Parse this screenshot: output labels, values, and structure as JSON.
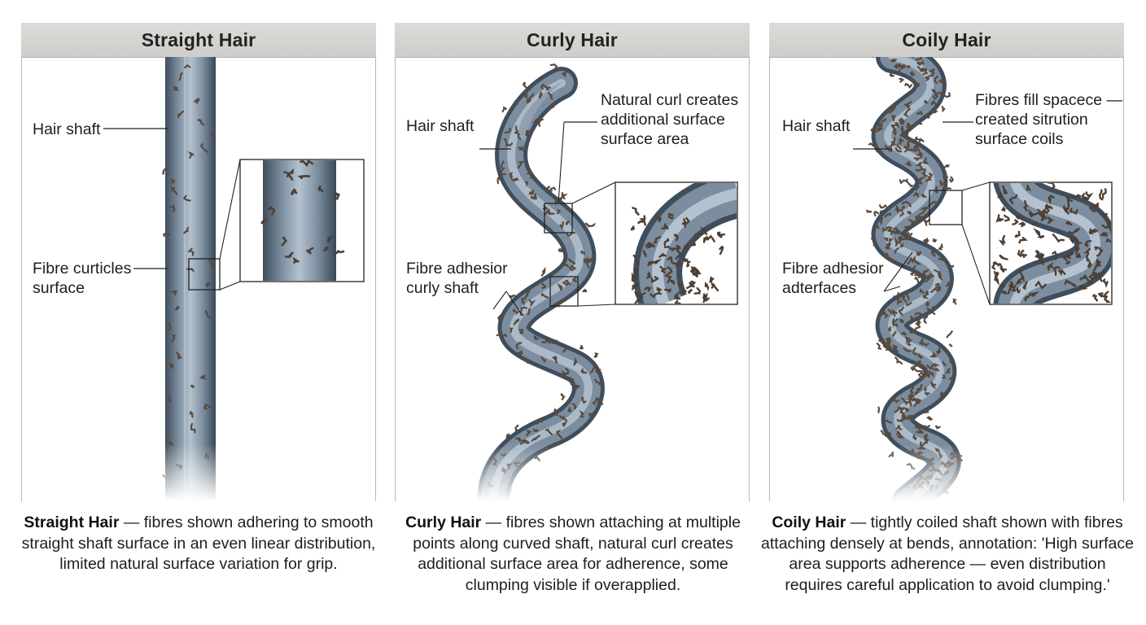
{
  "panels": [
    {
      "title": "Straight Hair",
      "labels": {
        "shaft": "Hair shaft",
        "second_line1": "Fibre curticles",
        "second_line2": "surface"
      },
      "caption_bold": "Straight Hair",
      "caption_text": " — fibres shown adhering to smooth straight shaft surface in an even linear distribution, limited natural surface variation for grip."
    },
    {
      "title": "Curly Hair",
      "labels": {
        "shaft": "Hair shaft",
        "top_line1": "Natural curl creates",
        "top_line2": "additional surface",
        "top_line3": "surface area",
        "second_line1": "Fibre adhesior",
        "second_line2": "curly shaft"
      },
      "caption_bold": "Curly Hair",
      "caption_text": " — fibres shown attaching at multiple points along curved shaft, natural curl creates additional surface area for adherence, some clumping visible if overapplied."
    },
    {
      "title": "Coily Hair",
      "labels": {
        "shaft": "Hair shaft",
        "top_line1": "Fibres fill spacece —",
        "top_line2": "created sitrution",
        "top_line3": "surface coils",
        "second_line1": "Fibre adhesior",
        "second_line2": "adterfaces"
      },
      "caption_bold": "Coily Hair",
      "caption_text": " — tightly coiled shaft shown with fibres attaching densely at bends, annotation: 'High surface area supports adherence — even distribution requires careful application to avoid clumping.'"
    }
  ],
  "colors": {
    "shaft_light": "#b4c2cf",
    "shaft_mid": "#7b8d9e",
    "shaft_dark": "#3f4e5c",
    "fibre": "#5a4a3c",
    "header_bg": "#d6d4d1"
  },
  "icons": [
    "hair-shaft-illustration",
    "fibre-cluster",
    "magnified-inset"
  ]
}
